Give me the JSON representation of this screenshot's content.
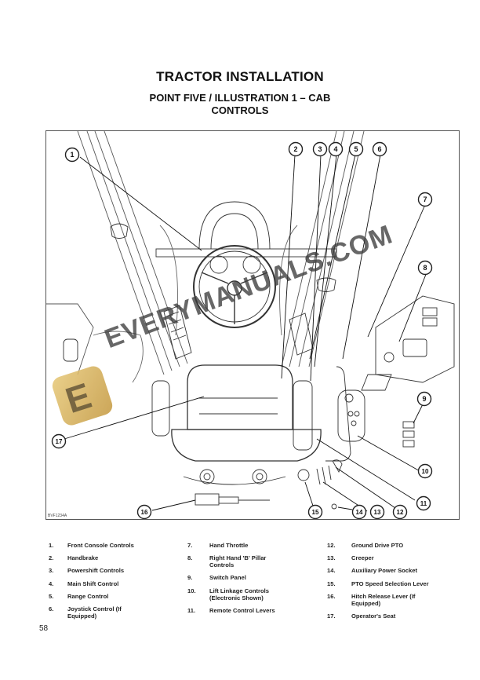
{
  "header": {
    "title": "TRACTOR INSTALLATION",
    "subtitle": "POINT FIVE / ILLUSTRATION 1 – CAB CONTROLS"
  },
  "figure": {
    "code": "BVF1234A",
    "callouts": [
      "1",
      "2",
      "3",
      "4",
      "5",
      "6",
      "7",
      "8",
      "9",
      "10",
      "11",
      "12",
      "13",
      "14",
      "15",
      "16",
      "17"
    ]
  },
  "watermark": {
    "text": "EVERYMANUALS.COM",
    "logo_letter": "E",
    "logo_color": "#d4aa55"
  },
  "legend": {
    "col1": [
      {
        "num": "1.",
        "label": "Front Console Controls"
      },
      {
        "num": "2.",
        "label": "Handbrake"
      },
      {
        "num": "3.",
        "label": "Powershift Controls"
      },
      {
        "num": "4.",
        "label": "Main Shift Control"
      },
      {
        "num": "5.",
        "label": "Range Control"
      },
      {
        "num": "6.",
        "label": "Joystick Control (If Equipped)"
      }
    ],
    "col2": [
      {
        "num": "7.",
        "label": "Hand Throttle"
      },
      {
        "num": "8.",
        "label": "Right Hand 'B' Pillar Controls"
      },
      {
        "num": "9.",
        "label": "Switch Panel"
      },
      {
        "num": "10.",
        "label": "Lift Linkage Controls (Electronic Shown)"
      },
      {
        "num": "11.",
        "label": "Remote Control Levers"
      }
    ],
    "col3": [
      {
        "num": "12.",
        "label": "Ground Drive PTO"
      },
      {
        "num": "13.",
        "label": "Creeper"
      },
      {
        "num": "14.",
        "label": "Auxiliary Power Socket"
      },
      {
        "num": "15.",
        "label": "PTO Speed Selection Lever"
      },
      {
        "num": "16.",
        "label": "Hitch Release Lever (If Equipped)"
      },
      {
        "num": "17.",
        "label": "Operator's Seat"
      }
    ]
  },
  "footer": {
    "page_number": "58"
  }
}
